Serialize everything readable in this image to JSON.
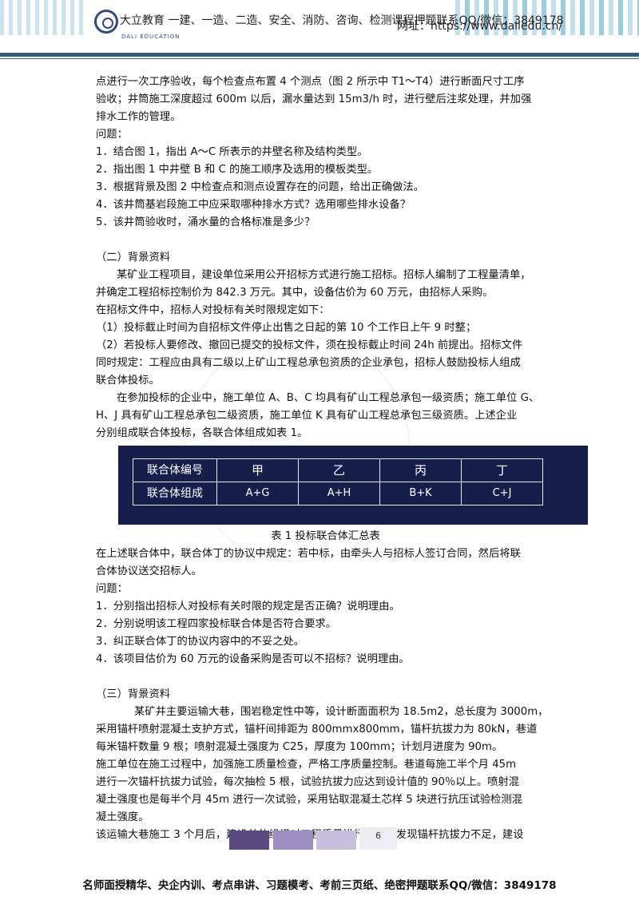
{
  "header": {
    "left_text": "大立教育 一建、一造、二造、安全、消防、咨询、检测课程押题联系QQ/微信：3849178",
    "url": "网址：https://www.daliedu.cn/",
    "logo_text": "DALI EDUCATION",
    "colors": {
      "stripe": "#8ec6da",
      "rule": "#2c5d7c",
      "logo": "#2f4a8a"
    }
  },
  "content": {
    "l1": "点进行一次工序验收，每个检查点布置 4 个测点（图 2 所示中 T1～T4）进行断面尺寸工序",
    "l2": "验收；井筒施工深度超过 600m 以后，漏水量达到  15m3/h 时，进行壁后注浆处理，并加强",
    "l3": "排水工作的管理。",
    "l4": "问题：",
    "q1_1": "1．结合图 1，指出 A～C 所表示的井壁名称及结构类型。",
    "q1_2": "2．指出图 1 中井壁 B 和 C 的施工顺序及选用的模板类型。",
    "q1_3": "3．根据背景及图 2 中检查点和测点设置存在的问题，给出正确做法。",
    "q1_4": "4．该井筒基岩段施工中应采取哪种排水方式？选用哪些排水设备？",
    "q1_5": "5．该井筒验收时，涌水量的合格标准是多少？",
    "s2_title": "（二）背景资料",
    "s2_p1a": "某矿业工程项目，建设单位采用公开招标方式进行施工招标。招标人编制了工程量清单，",
    "s2_p1b": "并确定工程招标控制价为 842.3 万元。其中，设备估价为 60 万元，由招标人采购。",
    "s2_p2": "在招标文件中，招标人对投标有关时限规定如下：",
    "s2_p3": "（1）投标截止时间为自招标文件停止出售之日起的第 10 个工作日上午 9 时整；",
    "s2_p4a": "（2）若投标人要修改、撤回已提交的投标文件，须在投标截止时间 24h 前提出。招标文件",
    "s2_p4b": "同时规定：工程应由具有二级以上矿山工程总承包资质的企业承包，招标人鼓励投标人组成",
    "s2_p4c": "联合体投标。",
    "s2_p5a": "在参加投标的企业中，施工单位 A、B、C 均具有矿山工程总承包一级资质；施工单位 G、",
    "s2_p5b": "H、J 具有矿山工程总承包二级资质，施工单位 K 具有矿山工程总承包三级资质。上述企业",
    "s2_p5c": "分别组成联合体投标，各联合体组成如表 1。",
    "table": {
      "row1_head": "联合体编号",
      "row2_head": "联合体组成",
      "ids": [
        "甲",
        "乙",
        "丙",
        "丁"
      ],
      "members": [
        "A+G",
        "A+H",
        "B+K",
        "C+J"
      ],
      "bg": "#161e4c"
    },
    "caption": "表 1  投标联合体汇总表",
    "s2_p6a": "在上述联合体中，联合体丁的协议中规定：若中标，由牵头人与招标人签订合同，然后将联",
    "s2_p6b": "合体协议送交招标人。",
    "s2_q": "问题：",
    "q2_1": "1．分别指出招标人对投标有关时限的规定是否正确？说明理由。",
    "q2_2": "2．分别说明该工程四家投标联合体是否符合要求。",
    "q2_3": "3．纠正联合体丁的协议内容中的不妥之处。",
    "q2_4": "4．该项目估价为 60 万元的设备采购是否可以不招标？说明理由。",
    "s3_title": "（三）背景资料",
    "s3_p1a": "某矿井主要运输大巷，围岩稳定性中等，设计断面面积为 18.5m2，总长度为 3000m，",
    "s3_p1b": "采用锚杆喷射混凝土支护方式，锚杆间排距为 800mmx800mm，锚杆抗拔力为 80kN，巷道",
    "s3_p1c": "每米锚杆数量 9 根；喷射混凝土强度为 C25，厚度为 100mm；计划月进度为 90m。",
    "s3_p2a": "施工单位在施工过程中，加强施工质量检查，严格工序质量控制。巷道每施工半个月 45m",
    "s3_p2b": "进行一次锚杆抗拔力试验，每次抽检 5 根，试验抗拔力应达到设计值的 90％以上。喷射混",
    "s3_p2c": "凝土强度也是每半个月 45m 进行一次试验，采用钻取混凝土芯样 5 块进行抗压试验检测混",
    "s3_p2d": "凝土强度。",
    "s3_p3": "该运输大巷施工 3 个月后，建设单位组织对工程质量进行抽查，发现锚杆抗拔力不足，建设"
  },
  "pager": {
    "page_number": "6",
    "colors": [
      "#5b4a82",
      "#9d8fc2",
      "#c8c0dc"
    ]
  },
  "footer": {
    "text": "名师面授精华、央企内训、考点串讲、习题模考、考前三页纸、绝密押题联系QQ/微信：3849178"
  }
}
